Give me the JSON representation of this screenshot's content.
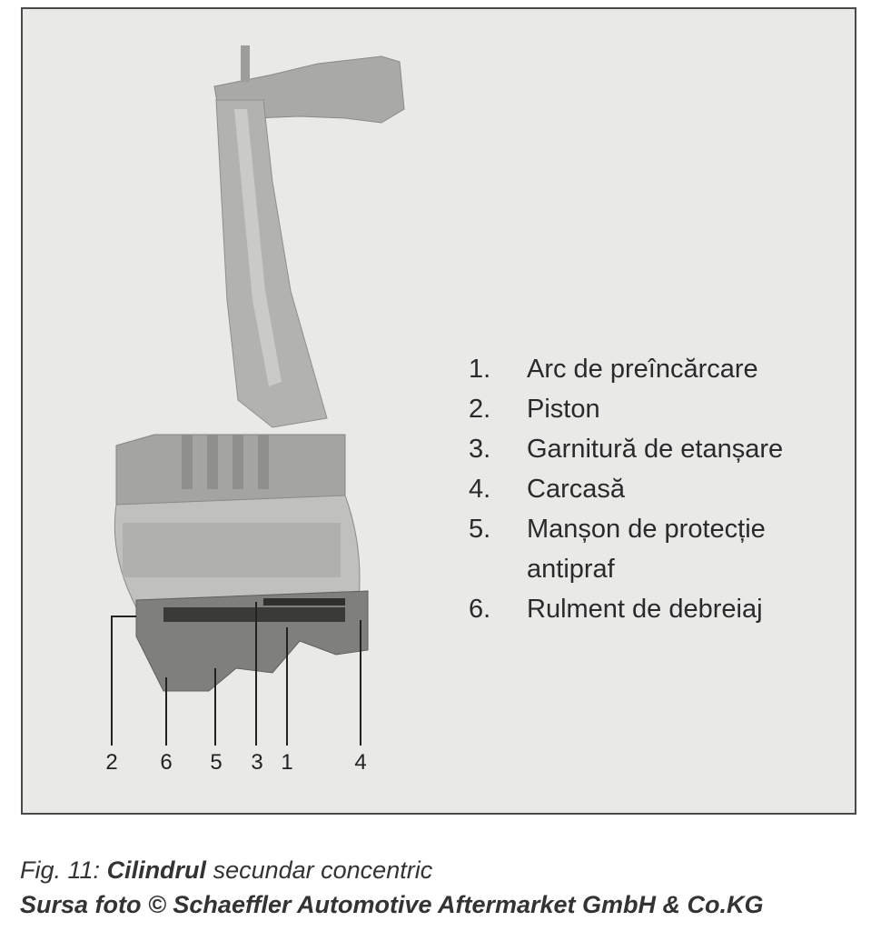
{
  "figure": {
    "legend": [
      {
        "num": "1.",
        "label": "Arc de preîncărcare"
      },
      {
        "num": "2.",
        "label": "Piston"
      },
      {
        "num": "3.",
        "label": "Garnitură de etanșare"
      },
      {
        "num": "4.",
        "label": "Carcasă"
      },
      {
        "num": "5.",
        "label": "Manșon de protecție"
      },
      {
        "num": "",
        "label": "antipraf"
      },
      {
        "num": "6.",
        "label": "Rulment de debreiaj"
      }
    ],
    "callouts": [
      "2",
      "6",
      "5",
      "3",
      "1",
      "4"
    ]
  },
  "caption": {
    "fig_label": "Fig. 11:",
    "title_bold": "Cilindrul",
    "title_rest": "secundar concentric",
    "source": "Sursa foto © Schaeffler Automotive Aftermarket GmbH & Co.KG"
  }
}
